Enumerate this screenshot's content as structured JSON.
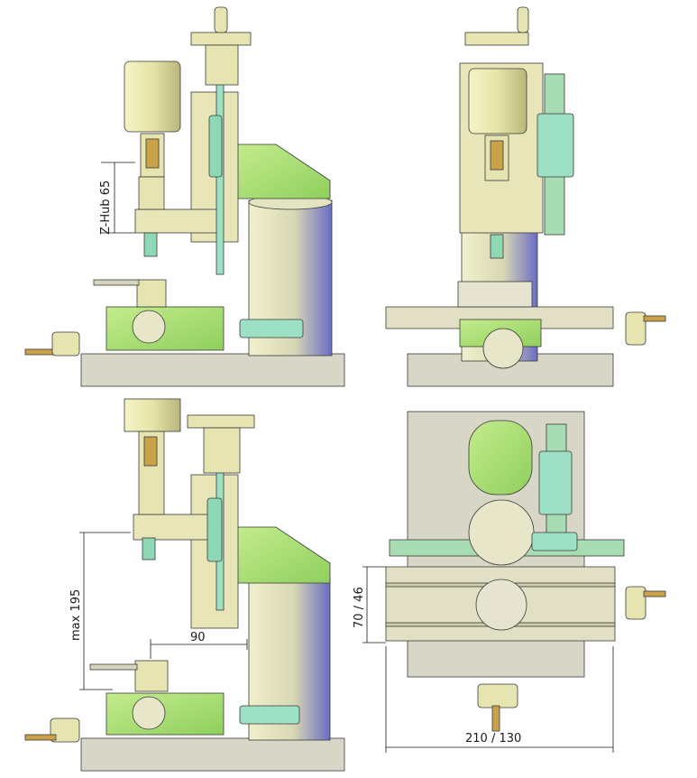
{
  "dimensions": {
    "z_hub": "Z-Hub 65",
    "max_height": "max 195",
    "reach": "90",
    "table_depth": "70 / 46",
    "table_width": "210 / 130"
  },
  "colors": {
    "base": "#d8d6c6",
    "column": "#e2e2b8",
    "column_shade": "#6d6fc2",
    "frame": "#e8e6b8",
    "green": "#aee07c",
    "mint": "#9ee0c6",
    "motor": "#e4e2a8",
    "copper": "#c9a24a",
    "outline": "#3a3a3a"
  }
}
